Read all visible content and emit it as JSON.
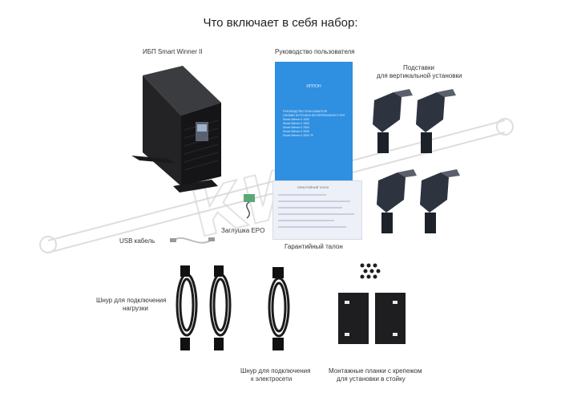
{
  "title": "Что включает в себя набор:",
  "labels": {
    "ups": "ИБП Smart Winner II",
    "manual": "Руководство пользователя",
    "stands_line1": "Подставки",
    "stands_line2": "для вертикальной установки",
    "usb": "USB кабель",
    "epo": "Заглушка EPO",
    "warranty": "Гарантийный талон",
    "load_cord_line1": "Шнур для подключения",
    "load_cord_line2": "нагрузки",
    "mains_cord_line1": "Шнур для подключения",
    "mains_cord_line2": "к электросети",
    "rack_line1": "Монтажные планки с крепежом",
    "rack_line2": "для установки в стойку"
  },
  "manual_cover": {
    "brand": "ИППОН",
    "lines": [
      "РУКОВОДСТВО ПОЛЬЗОВАТЕЛЯ",
      "ОНЛАЙН ИСТОЧНИК БЕСПЕРЕБОЙНОГО ПИТАНИЯ",
      "Smart Winner II 1000",
      "Smart Winner II 1500",
      "Smart Winner II 2000",
      "Smart Winner II 3000",
      "Smart Winner II 3000 TF"
    ]
  },
  "warranty_card": {
    "heading": "ГАРАНТИЙНЫЙ ТАЛОН"
  },
  "colors": {
    "manual_blue": "#2f8fe0",
    "device_black": "#1c1c1e",
    "watermark": "#c8c8c8"
  }
}
